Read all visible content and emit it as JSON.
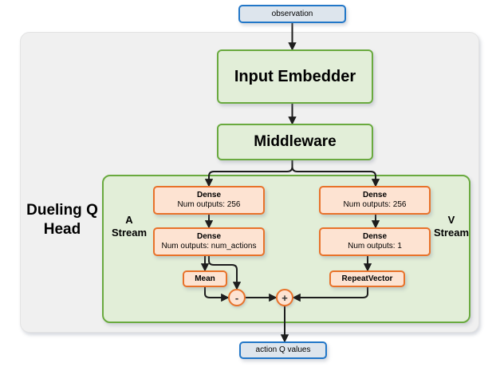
{
  "diagram": {
    "title_label": "Dueling Q Head",
    "streams": {
      "a_label": "A\nStream",
      "a_label_line1": "A",
      "a_label_line2": "Stream",
      "v_label_line1": "V",
      "v_label_line2": "Stream"
    },
    "io": {
      "input_label": "observation",
      "output_label": "action Q values"
    },
    "nodes": {
      "input_embedder": "Input Embedder",
      "middleware": "Middleware",
      "dense_a1_title": "Dense",
      "dense_a1_sub": "Num outputs: 256",
      "dense_a2_title": "Dense",
      "dense_a2_sub": "Num outputs: num_actions",
      "dense_v1_title": "Dense",
      "dense_v1_sub": "Num outputs: 256",
      "dense_v2_title": "Dense",
      "dense_v2_sub": "Num outputs: 1",
      "mean": "Mean",
      "repeat_vector": "RepeatVector"
    },
    "operators": {
      "subtract": "-",
      "add": "+"
    },
    "colors": {
      "green_border": "#6aaa3f",
      "green_fill": "#e2eed8",
      "orange_border": "#e8722a",
      "orange_fill": "#fde3d2",
      "blue_border": "#2277c8",
      "blue_fill": "#dde5ed",
      "panel_grey": "#f0f0f0",
      "wire": "#1d1d1d"
    }
  }
}
